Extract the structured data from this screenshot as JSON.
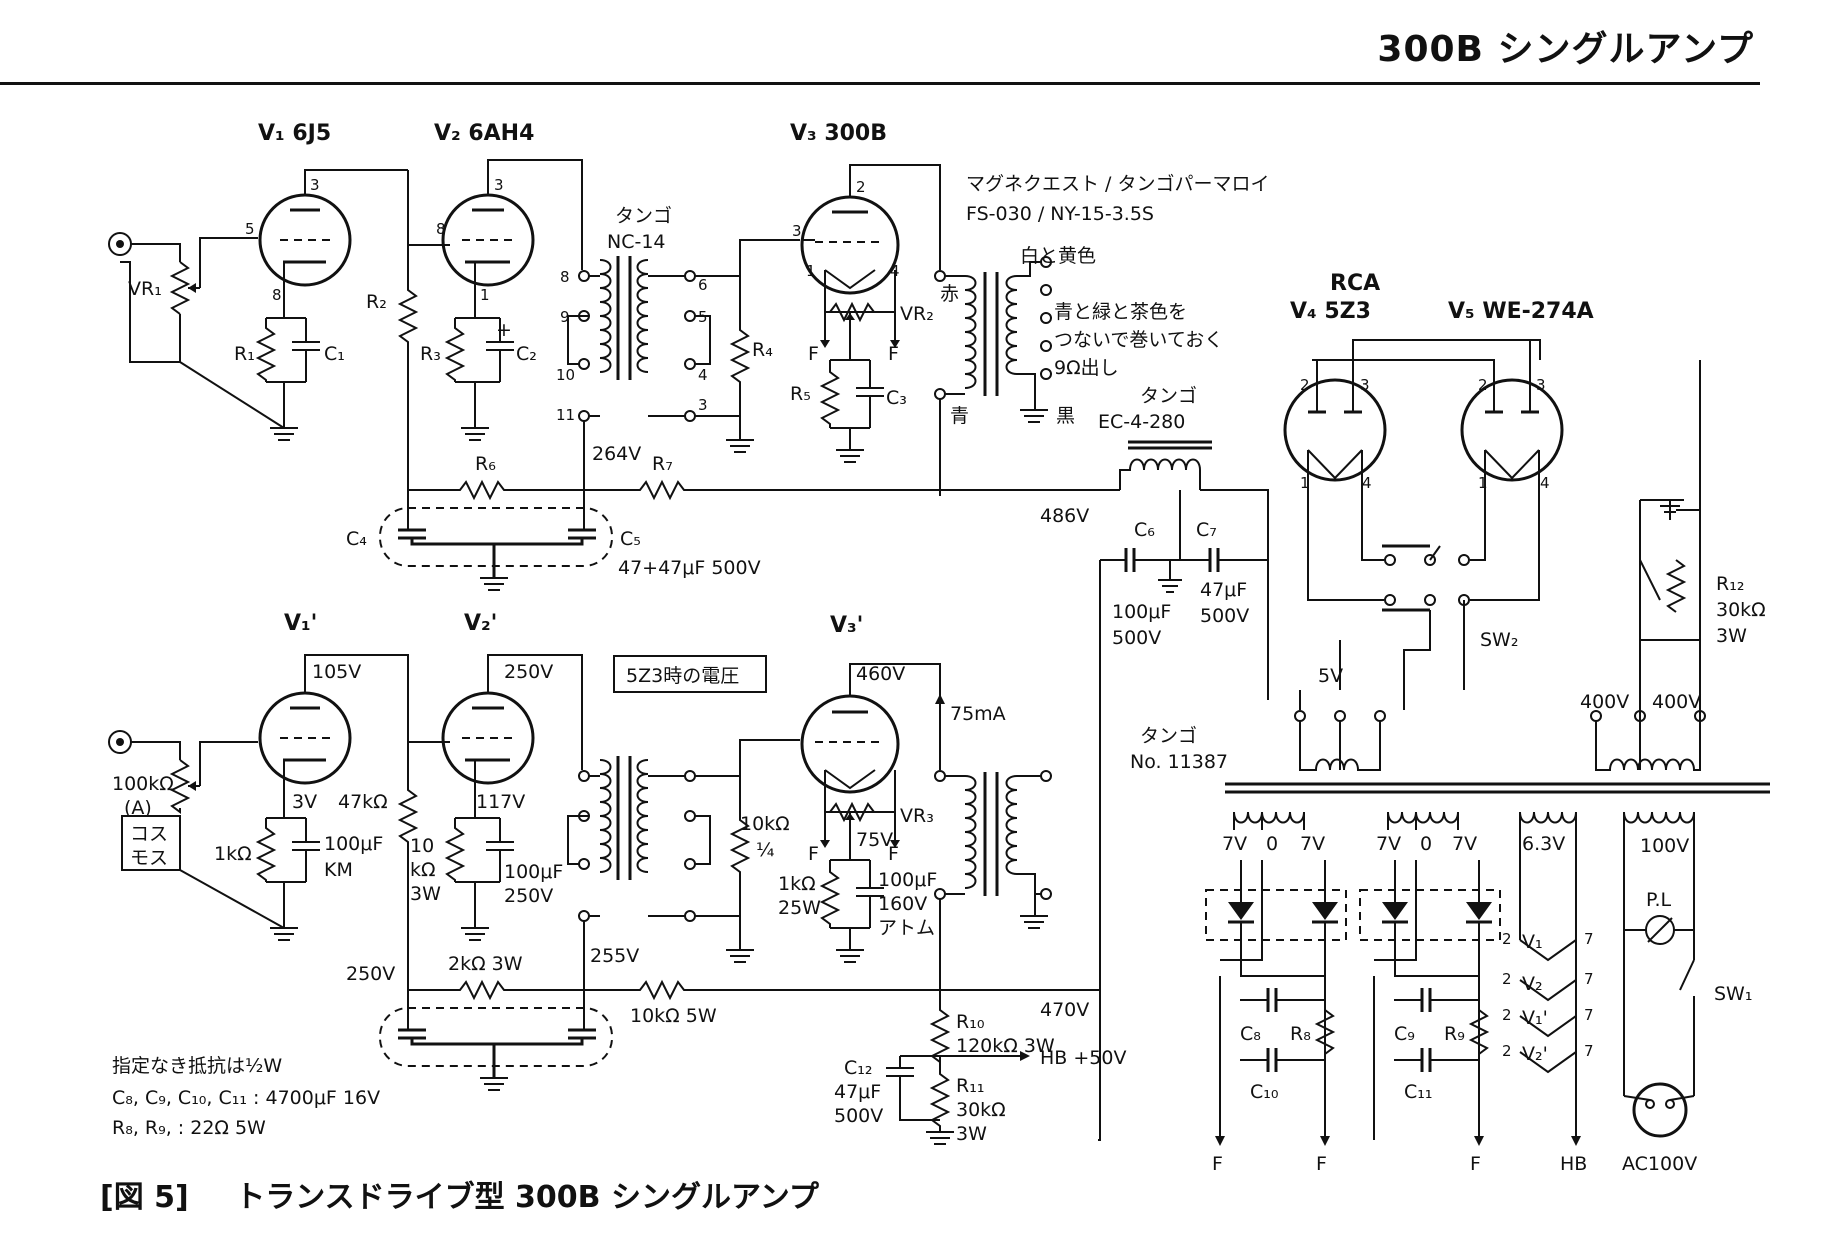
{
  "page": {
    "header_title": "300B シングルアンプ",
    "caption_number": "[図 5]",
    "caption_text": "トランスドライブ型 300B シングルアンプ"
  },
  "tubes": {
    "v1": "V₁ 6J5",
    "v2": "V₂ 6AH4",
    "v3": "V₃ 300B",
    "v4_brand": "RCA",
    "v4": "V₄ 5Z3",
    "v5": "V₅ WE-274A",
    "v1p": "V₁'",
    "v2p": "V₂'",
    "v3p": "V₃'"
  },
  "pins": {
    "v1_plate": "3",
    "v1_grid": "5",
    "v1_cathode": "8",
    "v2_plate": "3",
    "v2_grid": "8",
    "v2_cathode": "1",
    "v3_plate": "2",
    "v3_grid": "3",
    "v3_f1": "1",
    "v3_f2": "4",
    "v4_p2": "2",
    "v4_p3": "3",
    "v4_f1": "1",
    "v4_f4": "4",
    "v5_p2": "2",
    "v5_p3": "3",
    "v5_f1": "1",
    "v5_f4": "4",
    "it_8": "8",
    "it_9": "9",
    "it_10": "10",
    "it_11": "11",
    "it_6": "6",
    "it_5": "5",
    "it_4": "4",
    "it_3": "3",
    "htr_2a": "2",
    "htr_2b": "2",
    "htr_2c": "2",
    "htr_2d": "2",
    "htr_7a": "7",
    "htr_7b": "7",
    "htr_7c": "7",
    "htr_7d": "7"
  },
  "components": {
    "vr1": "VR₁",
    "r1": "R₁",
    "c1": "C₁",
    "r2": "R₂",
    "r3": "R₃",
    "c2": "C₂",
    "r4": "R₄",
    "r5": "R₅",
    "c3": "C₃",
    "vr2": "VR₂",
    "r6": "R₆",
    "r7": "R₇",
    "c4": "C₄",
    "c5": "C₅",
    "c4c5_value": "47+47μF 500V",
    "c6": "C₆",
    "c7": "C₇",
    "c6_value_1": "100μF",
    "c6_value_2": "500V",
    "c7_value_1": "47μF",
    "c7_value_2": "500V",
    "r12": "R₁₂",
    "r12_value_1": "30kΩ",
    "r12_value_2": "3W",
    "sw2": "SW₂",
    "sw1": "SW₁",
    "pl": "P.L",
    "r8": "R₈",
    "r9": "R₉",
    "c8": "C₈",
    "c9": "C₉",
    "c10": "C₁₀",
    "c11": "C₁₁",
    "r10": "R₁₀",
    "r10_value": "120kΩ 3W",
    "r11": "R₁₁",
    "r11_value_1": "30kΩ",
    "r11_value_2": "3W",
    "c12": "C₁₂",
    "c12_value_1": "47μF",
    "c12_value_2": "500V",
    "vr3": "VR₃",
    "f_left": "F",
    "f_right": "F",
    "f_left2": "F",
    "f_right2": "F"
  },
  "transformers": {
    "it_brand": "タンゴ",
    "it_model": "NC-14",
    "ot_brand": "マグネクエスト / タンゴパーマロイ",
    "ot_model": "FS-030 / NY-15-3.5S",
    "ot_note1": "白と黄色",
    "ot_note2": "青と緑と茶色を",
    "ot_note3": "つないで巻いておく",
    "ot_note4": "9Ω出し",
    "ot_red": "赤",
    "ot_blue": "青",
    "ot_black": "黒",
    "choke_brand": "タンゴ",
    "choke_model": "EC-4-280",
    "pt_brand": "タンゴ",
    "pt_model": "No. 11387"
  },
  "voltages": {
    "v264": "264V",
    "v486": "486V",
    "v5v": "5V",
    "v400a": "400V",
    "v400b": "400V",
    "v7a": "7V",
    "v0a": "0",
    "v7b": "7V",
    "v7c": "7V",
    "v0b": "0",
    "v7d": "7V",
    "v63": "6.3V",
    "v100": "100V",
    "v105": "105V",
    "v250a": "250V",
    "v460": "460V",
    "v75ma": "75mA",
    "v3v": "3V",
    "v117": "117V",
    "v75v": "75V",
    "v255": "255V",
    "v250b": "250V",
    "v470": "470V",
    "hb50": "HB +50V"
  },
  "lower_values": {
    "note_box": "5Z3時の電圧",
    "vol_pot": "100kΩ",
    "vol_type": "(A)",
    "vol_maker1": "コス",
    "vol_maker2": "モス",
    "r_1k": "1kΩ",
    "c_100uf_km": "100μF",
    "c_km": "KM",
    "r_47k": "47kΩ",
    "r_10k_a": "10",
    "r_10k_b": "kΩ",
    "r_10k_c": "3W",
    "c_100uf_250": "100μF",
    "c_250v": "250V",
    "r_10k_quarter": "10kΩ",
    "r_quarter": "¼",
    "r_1k25": "1kΩ",
    "r_25w": "25W",
    "c_100uf_160": "100μF",
    "c_160v": "160V",
    "c_atom": "アトム",
    "r_2k3w": "2kΩ 3W",
    "r_10k5w": "10kΩ 5W"
  },
  "notes": {
    "line1": "指定なき抵抗は½W",
    "line2": "C₈, C₉, C₁₀, C₁₁ : 4700μF 16V",
    "line3": "R₈, R₉, : 22Ω 5W"
  },
  "psu_out": {
    "f1": "F",
    "f2": "F",
    "f3": "F",
    "hb": "HB",
    "ac": "AC100V",
    "h_v1": "V₁",
    "h_v2": "V₂",
    "h_v1p": "V₁'",
    "h_v2p": "V₂'"
  }
}
